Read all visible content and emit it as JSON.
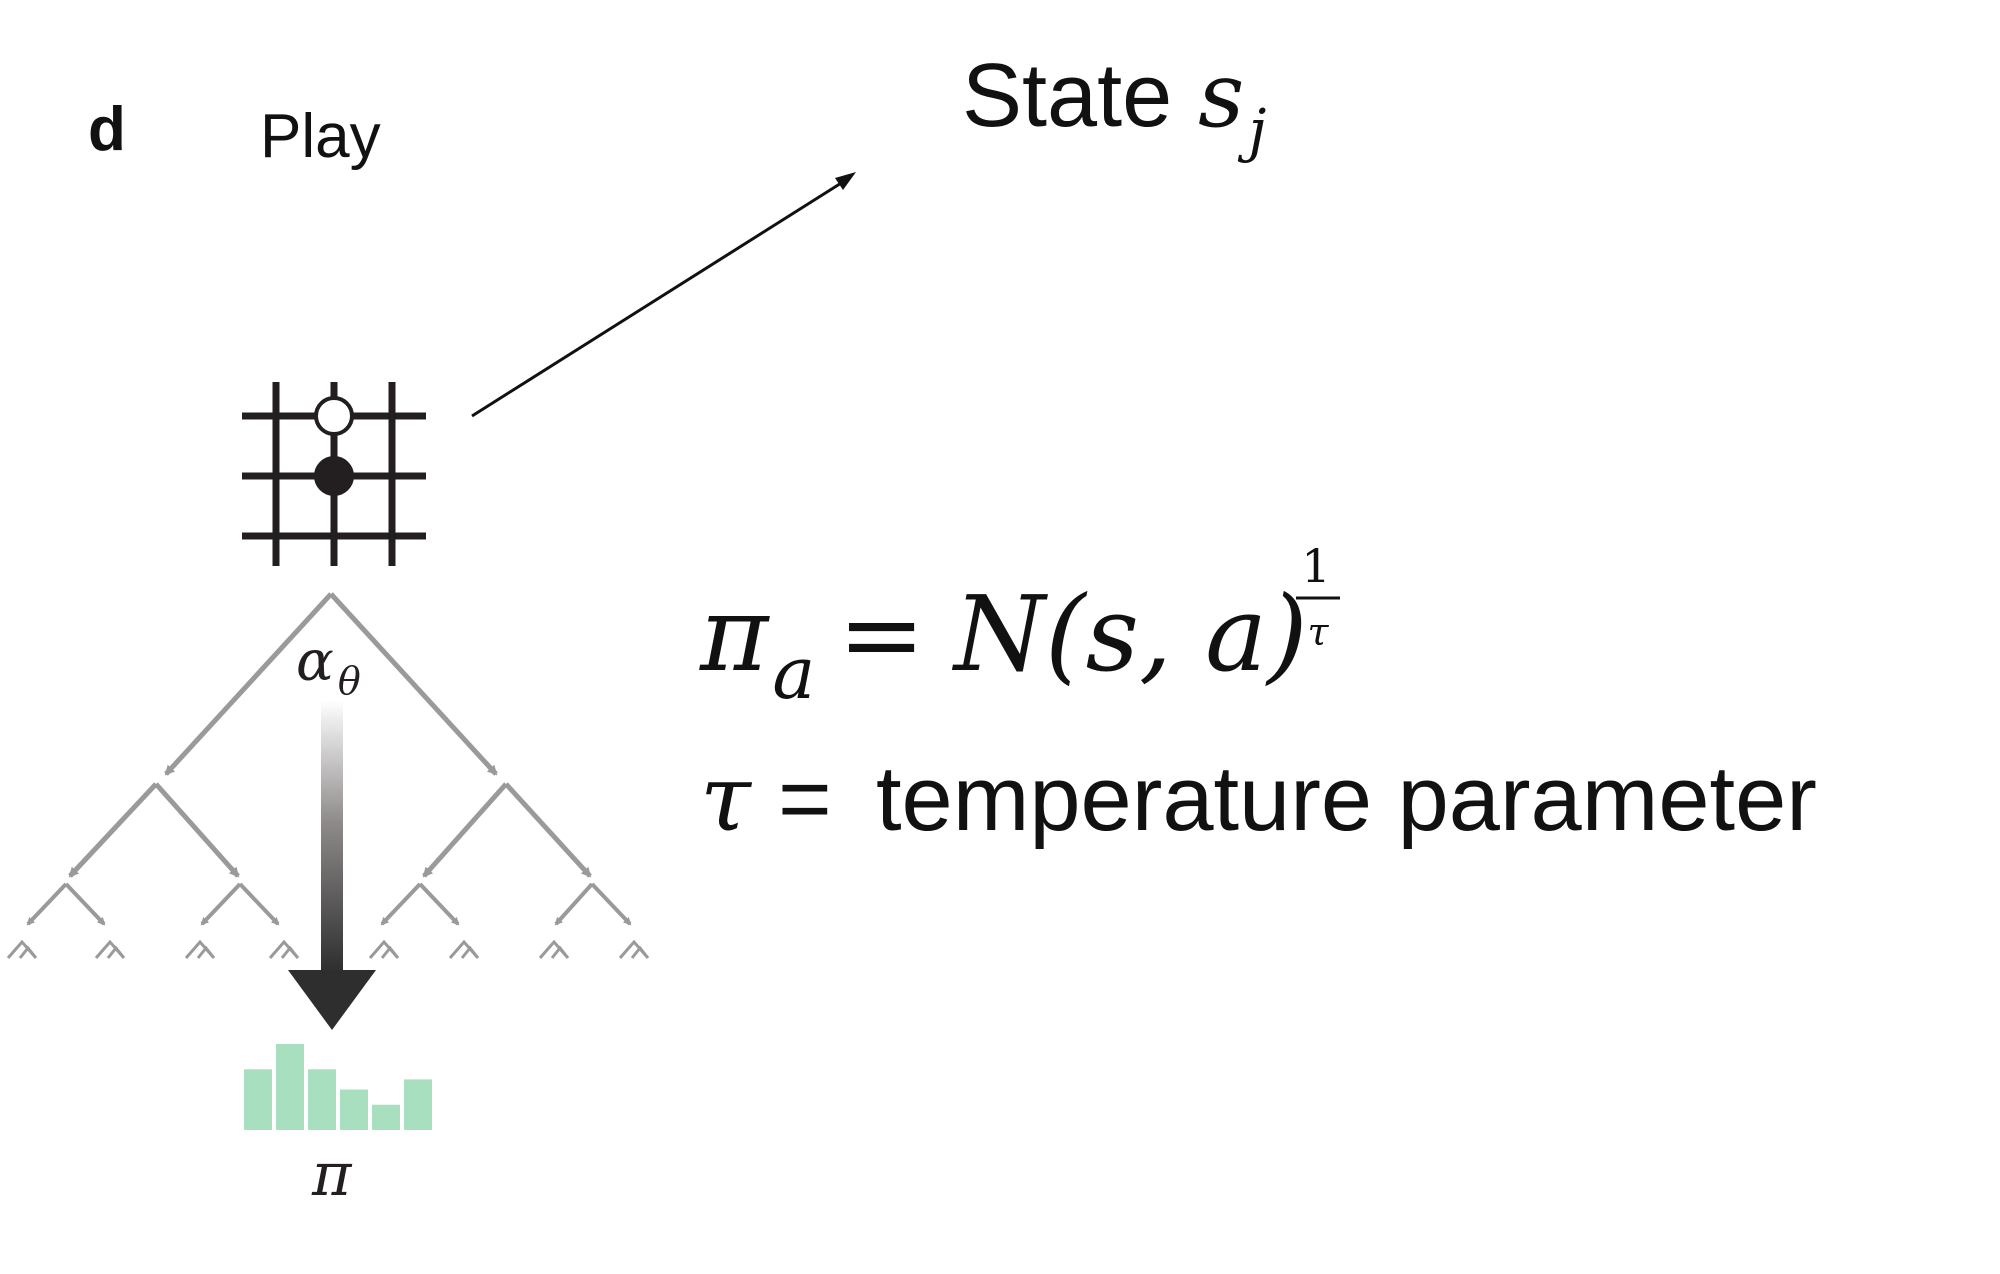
{
  "panel": {
    "letter": "d",
    "title": "Play"
  },
  "state_label": {
    "word": "State",
    "var": "s",
    "sub": "j"
  },
  "tree": {
    "alpha": "α",
    "alpha_sub": "θ",
    "pi": "π"
  },
  "formula": {
    "lhs": "π",
    "lhs_sub": "a",
    "eq": "=",
    "rhs": "N(s, a)",
    "exp_num": "1",
    "exp_den": "τ"
  },
  "definition": {
    "symbol": "τ",
    "eq": "=",
    "text": "temperature parameter"
  },
  "colors": {
    "tree": "#9a9a9a",
    "bars": "#a8dfbf",
    "board": "#231f20",
    "arrow_dark": "#2e2e2e"
  },
  "chart_data": {
    "type": "bar",
    "values": [
      6.0,
      8.5,
      6.0,
      4.0,
      2.5,
      5.0
    ],
    "categories": []
  }
}
